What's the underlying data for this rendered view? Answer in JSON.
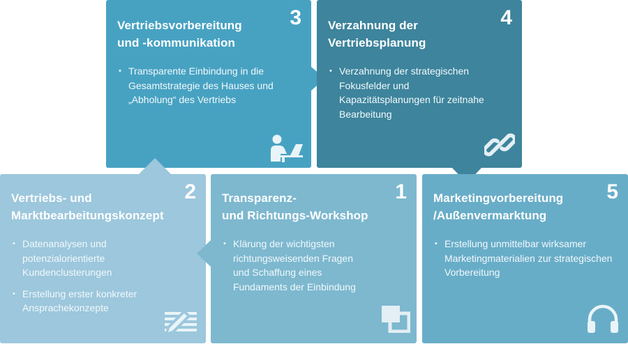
{
  "boxes": {
    "b3": {
      "number": "3",
      "title_line1": "Vertriebsvorbereitung",
      "title_line2": "und -kommunikation",
      "bullets": [
        "Transparente Einbindung in die Gesamtstrategie des Hauses und „Abholung“ des Vertriebs"
      ],
      "icon": "person-at-laptop-icon",
      "color": "#47a2c2"
    },
    "b4": {
      "number": "4",
      "title_line1": "Verzahnung der",
      "title_line2": "Vertriebsplanung",
      "bullets": [
        "Verzahnung der strategischen Fokusfelder und Kapazitätsplanungen für zeitnahe Bearbeitung"
      ],
      "icon": "chain-link-icon",
      "color": "#3d849c"
    },
    "b2": {
      "number": "2",
      "title_line1": "Vertriebs- und",
      "title_line2": "Marktbearbeitungskonzept",
      "bullets": [
        "Datenanalysen und potenzialorientierte Kundenclusterungen",
        "Erstellung erster konkreter Ansprachekonzepte"
      ],
      "icon": "pencil-document-icon",
      "color": "#9cc7dc"
    },
    "b1": {
      "number": "1",
      "title_line1": "Transparenz-",
      "title_line2": "und Richtungs-Workshop",
      "bullets": [
        "Klärung der wichtigsten richtungsweisenden Fragen und Schaffung eines  Fundaments der Einbindung"
      ],
      "icon": "overlapping-squares-icon",
      "color": "#7db8cf"
    },
    "b5": {
      "number": "5",
      "title_line1": "Marketingvorbereitung",
      "title_line2": "/Außenvermarktung",
      "bullets": [
        "Erstellung unmittelbar wirksamer Marketingmaterialien zur strategischen Vorbereitung"
      ],
      "icon": "headset-icon",
      "color": "#68adc8"
    }
  }
}
